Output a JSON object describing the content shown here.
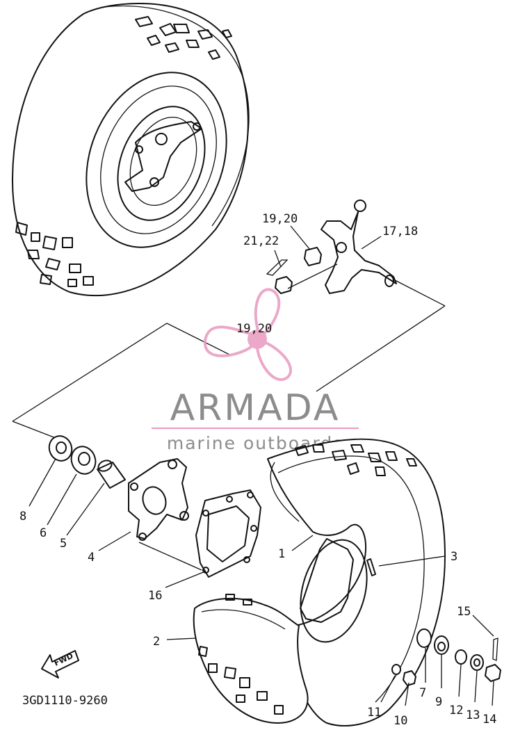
{
  "diagram": {
    "code": "3GD1110-9260",
    "fwd_label": "FWD",
    "labels": [
      {
        "id": "top-19-20",
        "text": "19,20"
      },
      {
        "id": "21-22",
        "text": "21,22"
      },
      {
        "id": "17-18",
        "text": "17,18"
      },
      {
        "id": "mid-19-20",
        "text": "19,20"
      },
      {
        "id": "8",
        "text": "8"
      },
      {
        "id": "6",
        "text": "6"
      },
      {
        "id": "5",
        "text": "5"
      },
      {
        "id": "4",
        "text": "4"
      },
      {
        "id": "1",
        "text": "1"
      },
      {
        "id": "3",
        "text": "3"
      },
      {
        "id": "16",
        "text": "16"
      },
      {
        "id": "2",
        "text": "2"
      },
      {
        "id": "15",
        "text": "15"
      },
      {
        "id": "11",
        "text": "11"
      },
      {
        "id": "10",
        "text": "10"
      },
      {
        "id": "7",
        "text": "7"
      },
      {
        "id": "9",
        "text": "9"
      },
      {
        "id": "12",
        "text": "12"
      },
      {
        "id": "13",
        "text": "13"
      },
      {
        "id": "14",
        "text": "14"
      }
    ]
  },
  "watermark": {
    "title": "ARMADA",
    "subtitle": "marine outboards",
    "title_color": "#8c8c8c",
    "accent_color": "#e89ac0"
  }
}
